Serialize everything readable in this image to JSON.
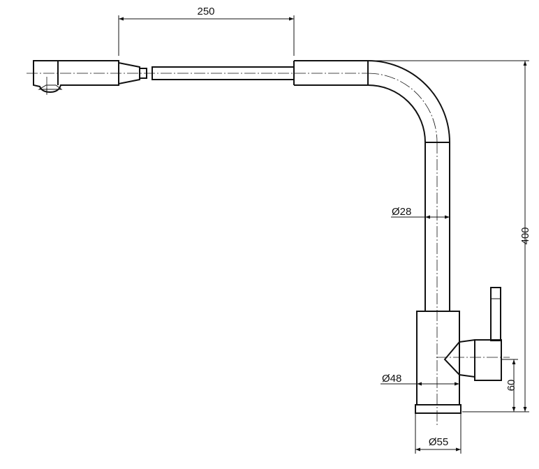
{
  "drawing": {
    "dimensions": {
      "spout_extension": "250",
      "total_height": "400",
      "spout_tube_diameter": "Ø28",
      "body_diameter": "Ø48",
      "base_diameter": "Ø55",
      "lever_height": "60"
    }
  }
}
